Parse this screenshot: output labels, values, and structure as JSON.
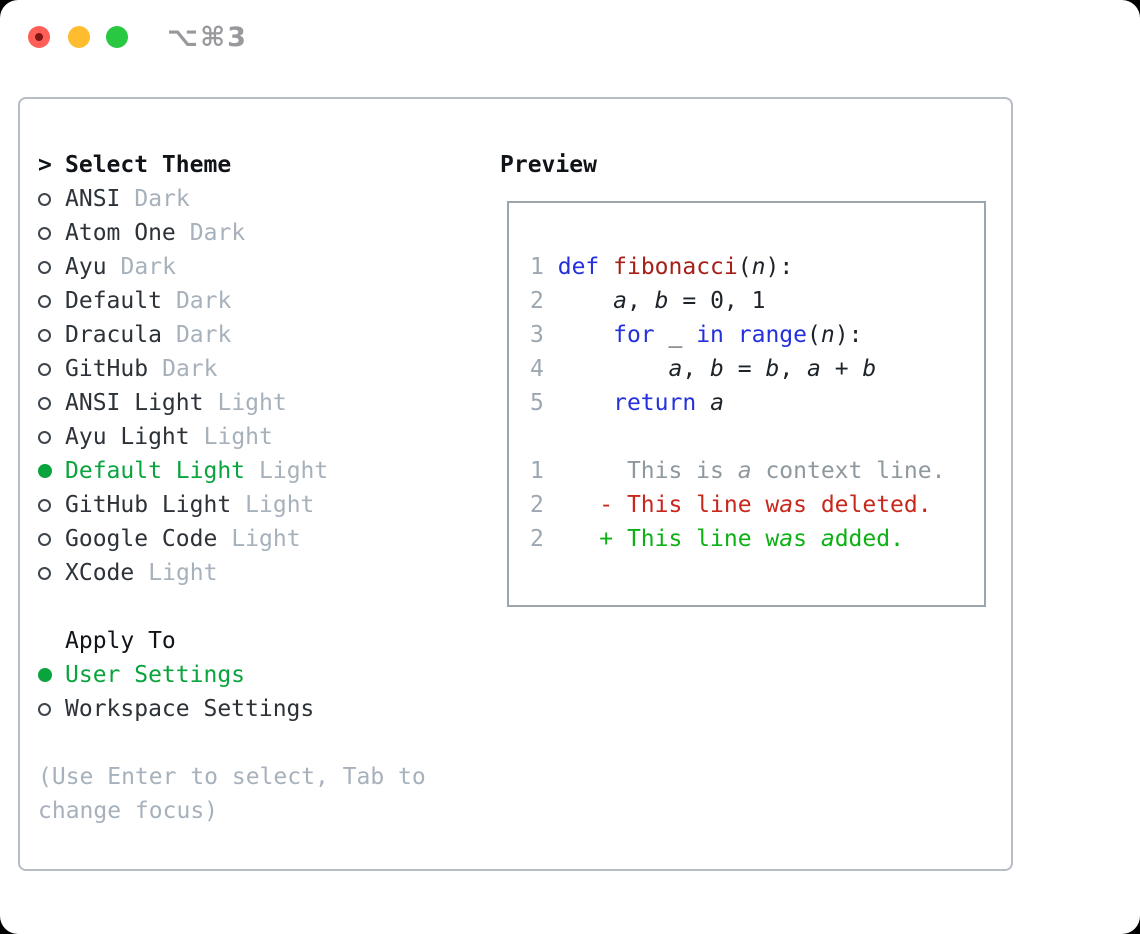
{
  "window": {
    "shortcut_label": "⌥⌘3"
  },
  "colors": {
    "text": "#2c3238",
    "heading": "#101418",
    "muted": "#a7b1bb",
    "marker_outline": "#3f464d",
    "selected_green": "#0aa43e",
    "code_default": "#1d2329",
    "keyword": "#2330dc",
    "function_name": "#a62019",
    "line_number": "#9ca7b2",
    "context": "#8e989f",
    "deleted": "#c7281b",
    "added": "#0db114",
    "panel_border": "#b6bdc4",
    "preview_border": "#9aa5ae",
    "traffic_red": "#ff5f57",
    "traffic_red_dot": "#801712",
    "traffic_yellow": "#febc2e",
    "traffic_green": "#28c840",
    "shortcut_gray": "#98989d"
  },
  "theme_list": {
    "prompt": ">",
    "header": "Select Theme",
    "items": [
      {
        "label": "ANSI",
        "badge": "Dark",
        "selected": false
      },
      {
        "label": "Atom One",
        "badge": "Dark",
        "selected": false
      },
      {
        "label": "Ayu",
        "badge": "Dark",
        "selected": false
      },
      {
        "label": "Default",
        "badge": "Dark",
        "selected": false
      },
      {
        "label": "Dracula",
        "badge": "Dark",
        "selected": false
      },
      {
        "label": "GitHub",
        "badge": "Dark",
        "selected": false
      },
      {
        "label": "ANSI Light",
        "badge": "Light",
        "selected": false
      },
      {
        "label": "Ayu Light",
        "badge": "Light",
        "selected": false
      },
      {
        "label": "Default Light",
        "badge": "Light",
        "selected": true
      },
      {
        "label": "GitHub Light",
        "badge": "Light",
        "selected": false
      },
      {
        "label": "Google Code",
        "badge": "Light",
        "selected": false
      },
      {
        "label": "XCode",
        "badge": "Light",
        "selected": false
      }
    ]
  },
  "apply_to": {
    "header": "Apply To",
    "items": [
      {
        "label": "User Settings",
        "selected": true
      },
      {
        "label": "Workspace Settings",
        "selected": false
      }
    ]
  },
  "help": {
    "lines": [
      "(Use Enter to select, Tab to",
      "change focus)"
    ]
  },
  "preview": {
    "title": "Preview",
    "lines": [
      [
        {
          "t": "1",
          "c": "ln"
        },
        {
          "t": " "
        },
        {
          "t": "def",
          "c": "kw"
        },
        {
          "t": " "
        },
        {
          "t": "fibonacci",
          "c": "fn"
        },
        {
          "t": "("
        },
        {
          "t": "n",
          "i": true
        },
        {
          "t": "):"
        }
      ],
      [
        {
          "t": "2",
          "c": "ln"
        },
        {
          "t": "     "
        },
        {
          "t": "a",
          "i": true
        },
        {
          "t": ", "
        },
        {
          "t": "b",
          "i": true
        },
        {
          "t": " = 0, 1"
        }
      ],
      [
        {
          "t": "3",
          "c": "ln"
        },
        {
          "t": "     "
        },
        {
          "t": "for",
          "c": "kw"
        },
        {
          "t": " _ "
        },
        {
          "t": "in",
          "c": "kw"
        },
        {
          "t": " "
        },
        {
          "t": "range",
          "c": "kw"
        },
        {
          "t": "("
        },
        {
          "t": "n",
          "i": true
        },
        {
          "t": "):"
        }
      ],
      [
        {
          "t": "4",
          "c": "ln"
        },
        {
          "t": "         "
        },
        {
          "t": "a",
          "i": true
        },
        {
          "t": ", "
        },
        {
          "t": "b",
          "i": true
        },
        {
          "t": " = "
        },
        {
          "t": "b",
          "i": true
        },
        {
          "t": ", "
        },
        {
          "t": "a",
          "i": true
        },
        {
          "t": " + "
        },
        {
          "t": "b",
          "i": true
        }
      ],
      [
        {
          "t": "5",
          "c": "ln"
        },
        {
          "t": "     "
        },
        {
          "t": "return",
          "c": "kw"
        },
        {
          "t": " "
        },
        {
          "t": "a",
          "i": true
        }
      ],
      [],
      [
        {
          "t": "1",
          "c": "ln"
        },
        {
          "t": "      This is ",
          "c": "ctx"
        },
        {
          "t": "a",
          "c": "ctx",
          "i": true
        },
        {
          "t": " context line.",
          "c": "ctx"
        }
      ],
      [
        {
          "t": "2",
          "c": "ln"
        },
        {
          "t": "    - This line w",
          "c": "del"
        },
        {
          "t": "a",
          "c": "del",
          "i": true
        },
        {
          "t": "s deleted.",
          "c": "del"
        }
      ],
      [
        {
          "t": "2",
          "c": "ln"
        },
        {
          "t": "    + This line w",
          "c": "add"
        },
        {
          "t": "a",
          "c": "add",
          "i": true
        },
        {
          "t": "s ",
          "c": "add"
        },
        {
          "t": "a",
          "c": "add",
          "i": true
        },
        {
          "t": "dded.",
          "c": "add"
        }
      ]
    ]
  }
}
